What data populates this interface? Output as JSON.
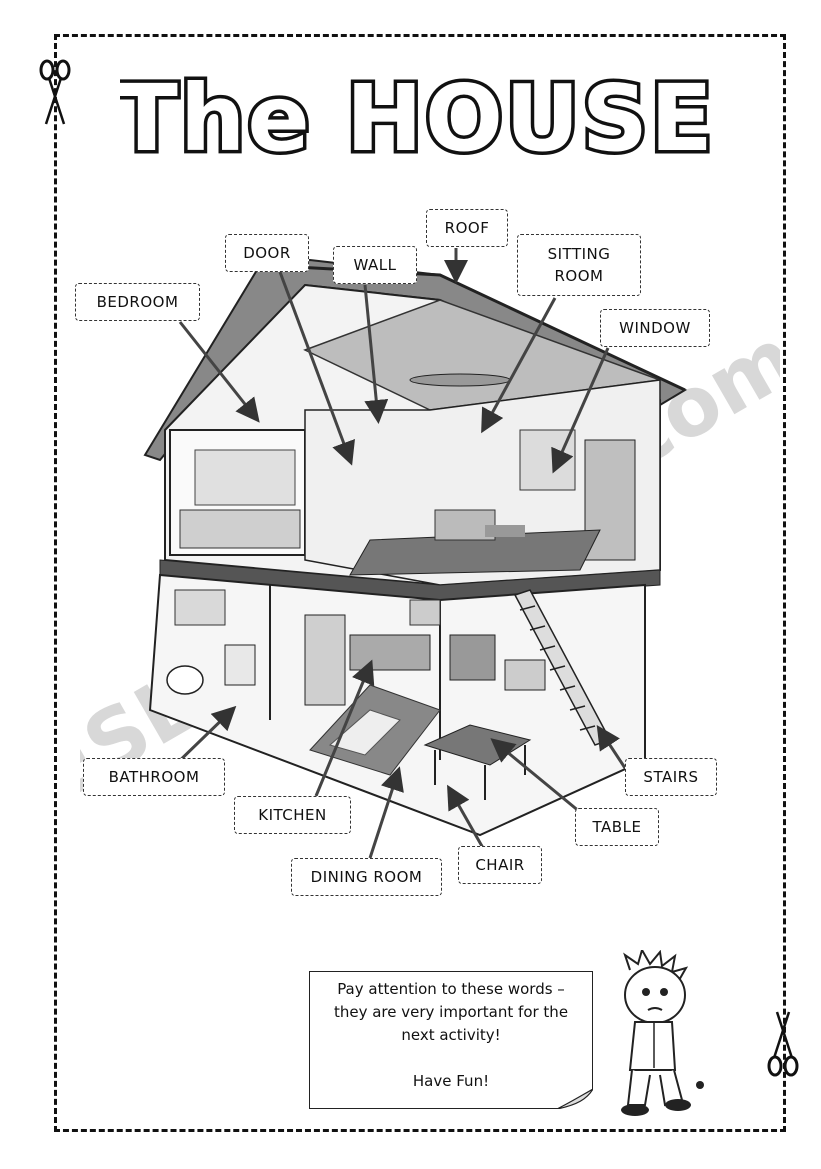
{
  "title": "The HOUSE",
  "labels": {
    "roof": "ROOF",
    "door": "DOOR",
    "wall": "WALL",
    "sitting_room_line1": "SITTING",
    "sitting_room_line2": "ROOM",
    "bedroom": "BEDROOM",
    "window": "WINDOW",
    "bathroom": "BATHROOM",
    "kitchen": "KITCHEN",
    "dining_room": "DINING ROOM",
    "chair": "CHAIR",
    "table": "TABLE",
    "stairs": "STAIRS"
  },
  "note": {
    "line1": "Pay attention to these words –",
    "line2": "they are very important for the",
    "line3": "next activity!",
    "line4": "Have Fun!"
  },
  "watermark": "ESLprintables.com",
  "icons": [
    "scissors-icon",
    "house-illustration",
    "boy-illustration"
  ]
}
